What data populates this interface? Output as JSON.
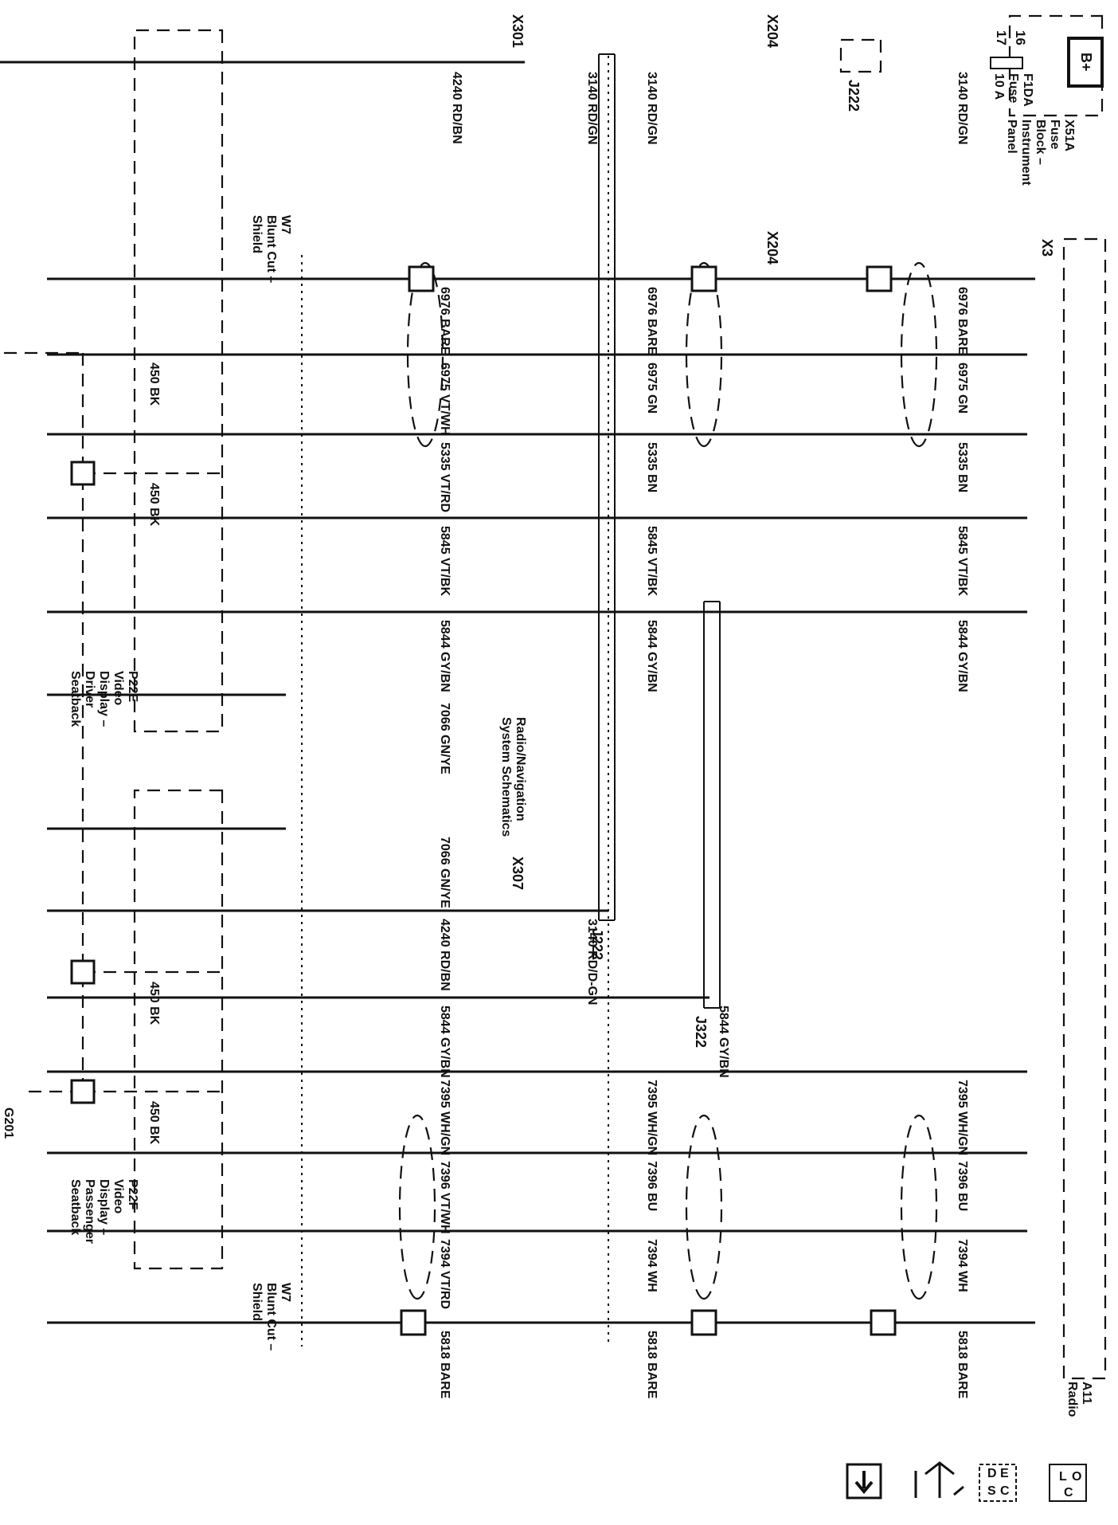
{
  "components": {
    "fuse_block": [
      "X51A",
      "Fuse",
      "Block –",
      "Instrument",
      "Panel"
    ],
    "fuse": [
      "F1DA",
      "Fuse",
      "10 A"
    ],
    "fuse_pins": [
      "16",
      "17"
    ],
    "battery": "B+",
    "radio": [
      "A11",
      "Radio"
    ],
    "driver_display": [
      "P22E",
      "Video",
      "Display –",
      "Driver",
      "Seatback"
    ],
    "passenger_display": [
      "P22F",
      "Video",
      "Display –",
      "Passenger",
      "Seatback"
    ],
    "ground": "G201",
    "shield_w7": [
      "W7",
      "Blunt Cut –",
      "Shield"
    ],
    "radio_nav_ref": [
      "Radio/Navigation",
      "System Schematics"
    ]
  },
  "connectors": {
    "x301": "X301",
    "x204": "X204",
    "x307": "X307",
    "x3": "X3",
    "j222": "J222",
    "j322": "J322"
  },
  "row_labels": [
    "4240 RD/BN",
    "3140 RD/GN",
    "6976 BARE",
    "6975 VT/WH",
    "6975 GN",
    "5335 VT/RD",
    "5335 BN",
    "5845 VT/BK",
    "5844 GY/BN",
    "7066 GN/YE",
    "3140 RD/D-GN",
    "7395 WH/GN",
    "7396 VT/WH",
    "7396 BU",
    "7394 VT/RD",
    "7394 WH",
    "5818 BARE",
    "450 BK"
  ],
  "nav_icons": [
    "down-arrow-icon",
    "wrench-arrows-icon",
    "desc-icon",
    "loc-icon"
  ],
  "nav_labels": {
    "desc": [
      "D",
      "E",
      "S",
      "C"
    ],
    "loc": [
      "L",
      "O",
      "C"
    ]
  }
}
